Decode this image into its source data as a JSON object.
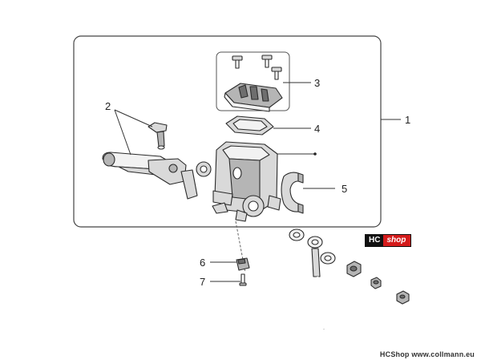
{
  "callouts": {
    "c1": "1",
    "c2": "2",
    "c3": "3",
    "c4": "4",
    "c5": "5",
    "c6": "6",
    "c7": "7"
  },
  "badge": {
    "left": "HC",
    "right": "shop"
  },
  "watermark": "HCShop www.collmann.eu"
}
